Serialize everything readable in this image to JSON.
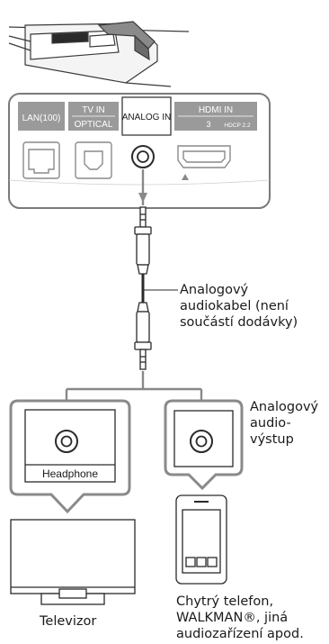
{
  "panel": {
    "ports": {
      "lan": "LAN(100)",
      "tv_in": "TV IN",
      "optical": "OPTICAL",
      "analog_in": "ANALOG IN",
      "hdmi_in": "HDMI IN",
      "hdmi_num": "3",
      "hdcp": "HDCP 2.2"
    }
  },
  "labels": {
    "cable_line1": "Analogový",
    "cable_line2": "audiokabel (není",
    "cable_line3": "součástí dodávky)",
    "output_line1": "Analogový",
    "output_line2": "audio-",
    "output_line3": "výstup",
    "headphone": "Headphone",
    "tv": "Televizor",
    "phone_line1": "Chytrý telefon,",
    "phone_line2": "WALKMAN®, jiná",
    "phone_line3": "audiozařízení apod."
  }
}
